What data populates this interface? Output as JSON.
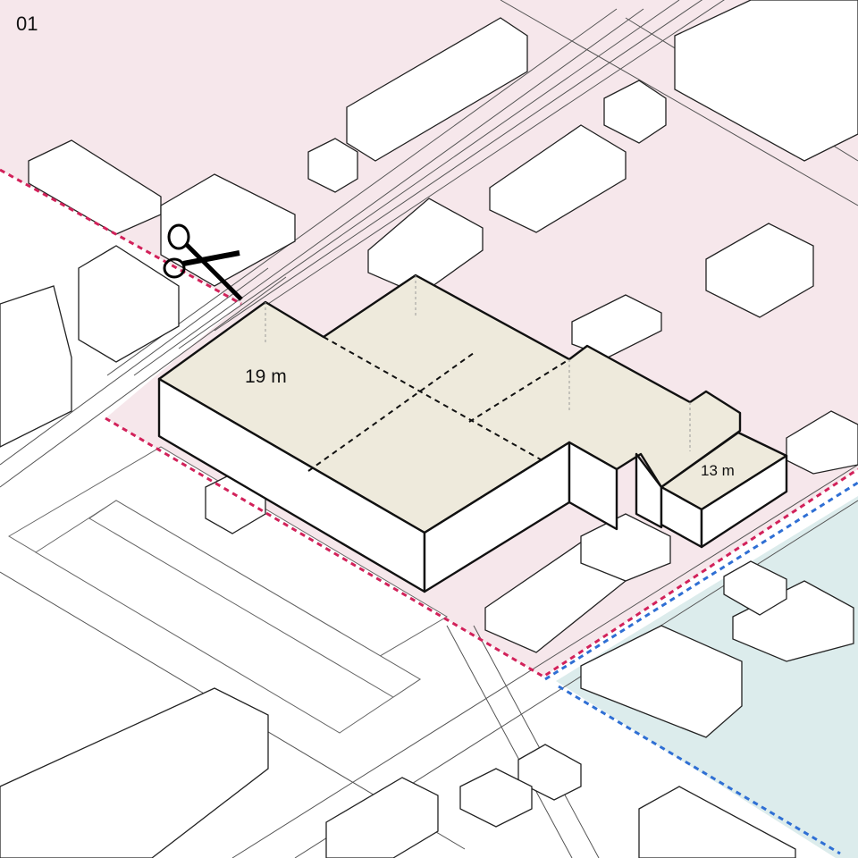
{
  "figure_number": "01",
  "labels": {
    "main_height": "19 m",
    "annex_height": "13 m"
  },
  "icons": {
    "cut": "scissors-icon"
  },
  "colors": {
    "site_zone": "#f6e7eb",
    "water_zone": "#dcecec",
    "roof": "#eeeadc",
    "site_boundary": "#d2215a",
    "water_boundary": "#2f6fd4",
    "line": "#111111"
  }
}
